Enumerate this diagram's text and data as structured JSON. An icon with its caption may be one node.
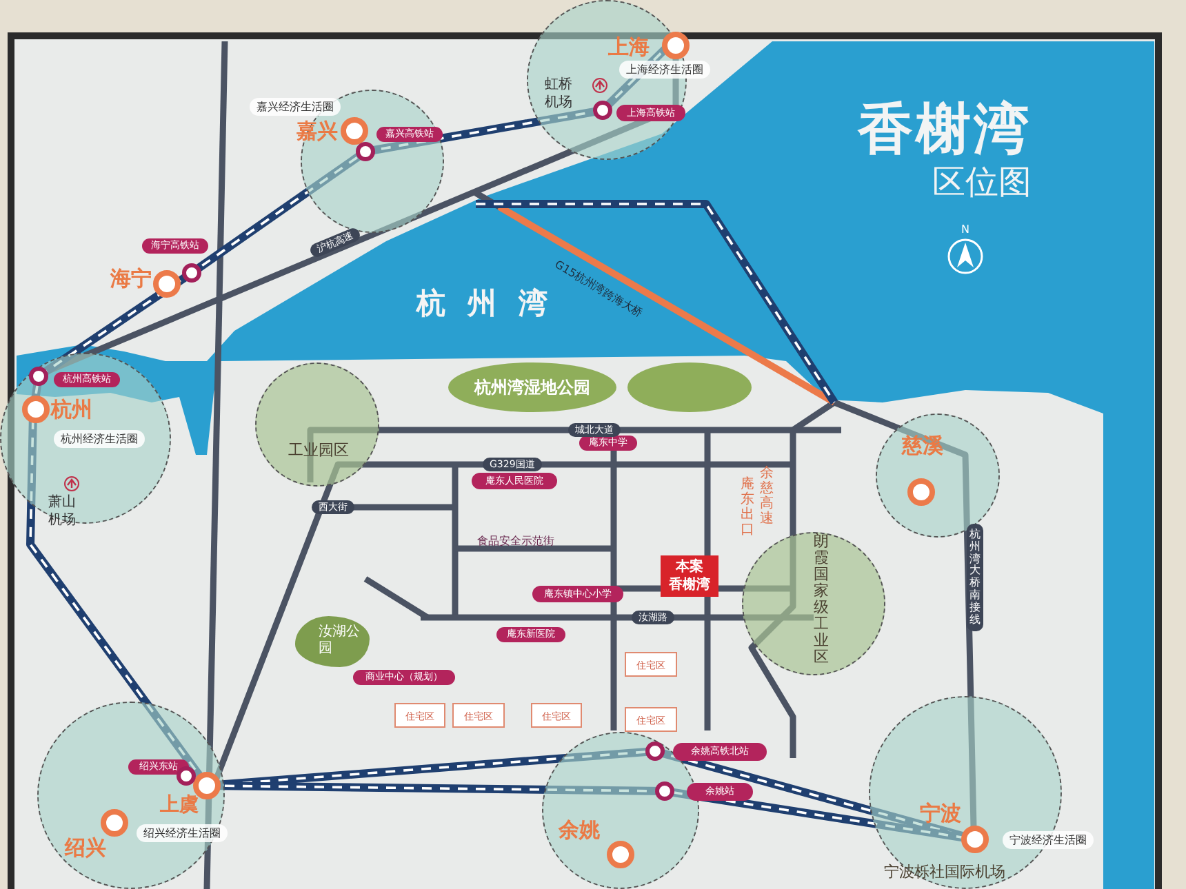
{
  "diagram": {
    "title": "香榭湾",
    "nodes": [
      {
        "text": [
          "上海",
          "上海经济生活圈",
          "虹桥机场"
        ]
      },
      {
        "text": [
          "上海高铁站"
        ],
        "in": 0
      },
      {
        "text": [
          "嘉兴经济生活圈",
          "嘉兴"
        ]
      },
      {
        "text": [
          "嘉兴高铁站"
        ],
        "in": 2
      },
      {
        "text": [
          "海宁高铁站"
        ]
      },
      {
        "text": [
          "杭州",
          "杭州经济生活圈",
          "萧山机场"
        ]
      },
      {
        "text": [
          "杭州高铁站"
        ],
        "in": 5
      },
      {
        "text": [
          "工业园区"
        ]
      },
      {
        "text": [
          "杭州湾湿地公园"
        ]
      },
      {
        "text": [],
        "shape": "ellipse"
      },
      {
        "text": [
          "慈溪"
        ]
      },
      {
        "text": [
          "朗霞国家级工业区"
        ]
      },
      {
        "text": [
          "汝湖公园"
        ]
      },
      {
        "text": [
          "绍兴",
          "绍兴经济生活圈"
        ]
      },
      {
        "text": [
          "绍兴东站"
        ],
        "in": 13
      },
      {
        "text": [
          "余姚"
        ]
      },
      {
        "text": [
          "余姚高铁北站"
        ]
      },
      {
        "text": [
          "余姚站"
        ]
      },
      {
        "text": [
          "宁波",
          "宁波经济生活圈",
          "宁波栎社国际机场"
        ]
      },
      {
        "text": [
          "本案",
          "香榭湾"
        ]
      },
      {
        "text": [
          "庵东中学"
        ]
      },
      {
        "text": [
          "庵东人民医院"
        ]
      },
      {
        "text": [
          "庵东镇中心小学"
        ]
      },
      {
        "text": [
          "庵东新医院"
        ]
      },
      {
        "text": [
          "商业中心（规划）"
        ]
      },
      {
        "text": [
          "住宅区"
        ]
      },
      {
        "text": [
          "住宅区"
        ]
      },
      {
        "text": [
          "住宅区"
        ]
      },
      {
        "text": [
          "住宅区"
        ]
      },
      {
        "text": [
          "住宅区"
        ]
      }
    ],
    "labels": [
      "区位图",
      "N",
      "杭州湾",
      "沪杭高速",
      "G15杭州湾跨海大桥",
      "海宁",
      "城北大道",
      "G329国道",
      "西大街",
      "食品安全示范街",
      "汝湖路",
      "余慈高速",
      "庵东出口",
      "杭州湾大桥南接线",
      "上虞"
    ]
  }
}
